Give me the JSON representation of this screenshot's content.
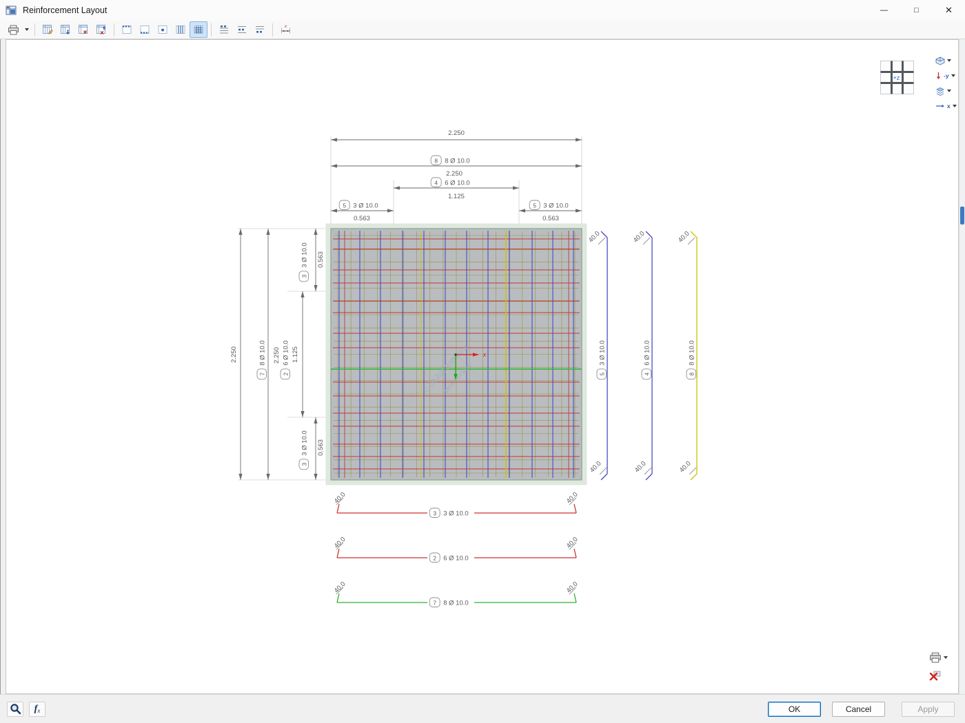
{
  "window": {
    "title": "Reinforcement Layout"
  },
  "titlebar": {
    "minimize_glyph": "—",
    "maximize_glyph": "□",
    "close_glyph": "✕"
  },
  "viewcube": {
    "center_label": "+z"
  },
  "view_toolbar": {
    "minus_y_label": "-y",
    "x_axis_label": "x"
  },
  "footer": {
    "ok_label": "OK",
    "cancel_label": "Cancel",
    "apply_label": "Apply",
    "formula_f": "f",
    "formula_x": "x"
  },
  "drawing": {
    "dim_total": "2.250",
    "dim_mid": "1.125",
    "dim_edge": "0.563",
    "hook_length": "40.0",
    "axis_x_label": "x",
    "watermark_line1": "© Dlubal Software",
    "watermark_line2": "Beta Version",
    "groups": {
      "g2": {
        "no": "2",
        "label": "6 Ø 10.0"
      },
      "g3": {
        "no": "3",
        "label": "3 Ø 10.0"
      },
      "g4": {
        "no": "4",
        "label": "6 Ø 10.0"
      },
      "g5": {
        "no": "5",
        "label": "3 Ø 10.0"
      },
      "g7": {
        "no": "7",
        "label": "8 Ø 10.0"
      },
      "g8": {
        "no": "8",
        "label": "8 Ø 10.0"
      }
    },
    "colors": {
      "slab_fill": "#b9bdc0",
      "slab_border": "#8ba08b",
      "slab_halo": "#dce6dc",
      "mesh": "#8f8f2e",
      "red": "#cc3232",
      "dark_red": "#b04040",
      "blue": "#4a4ac0",
      "green": "#2db32d",
      "yellow": "#cfc000",
      "dim": "#6a6a6a",
      "extension": "#bdbdbd",
      "axis_x": "#e02020",
      "axis_y": "#18a818",
      "watermark": "#9fb0ba"
    }
  }
}
